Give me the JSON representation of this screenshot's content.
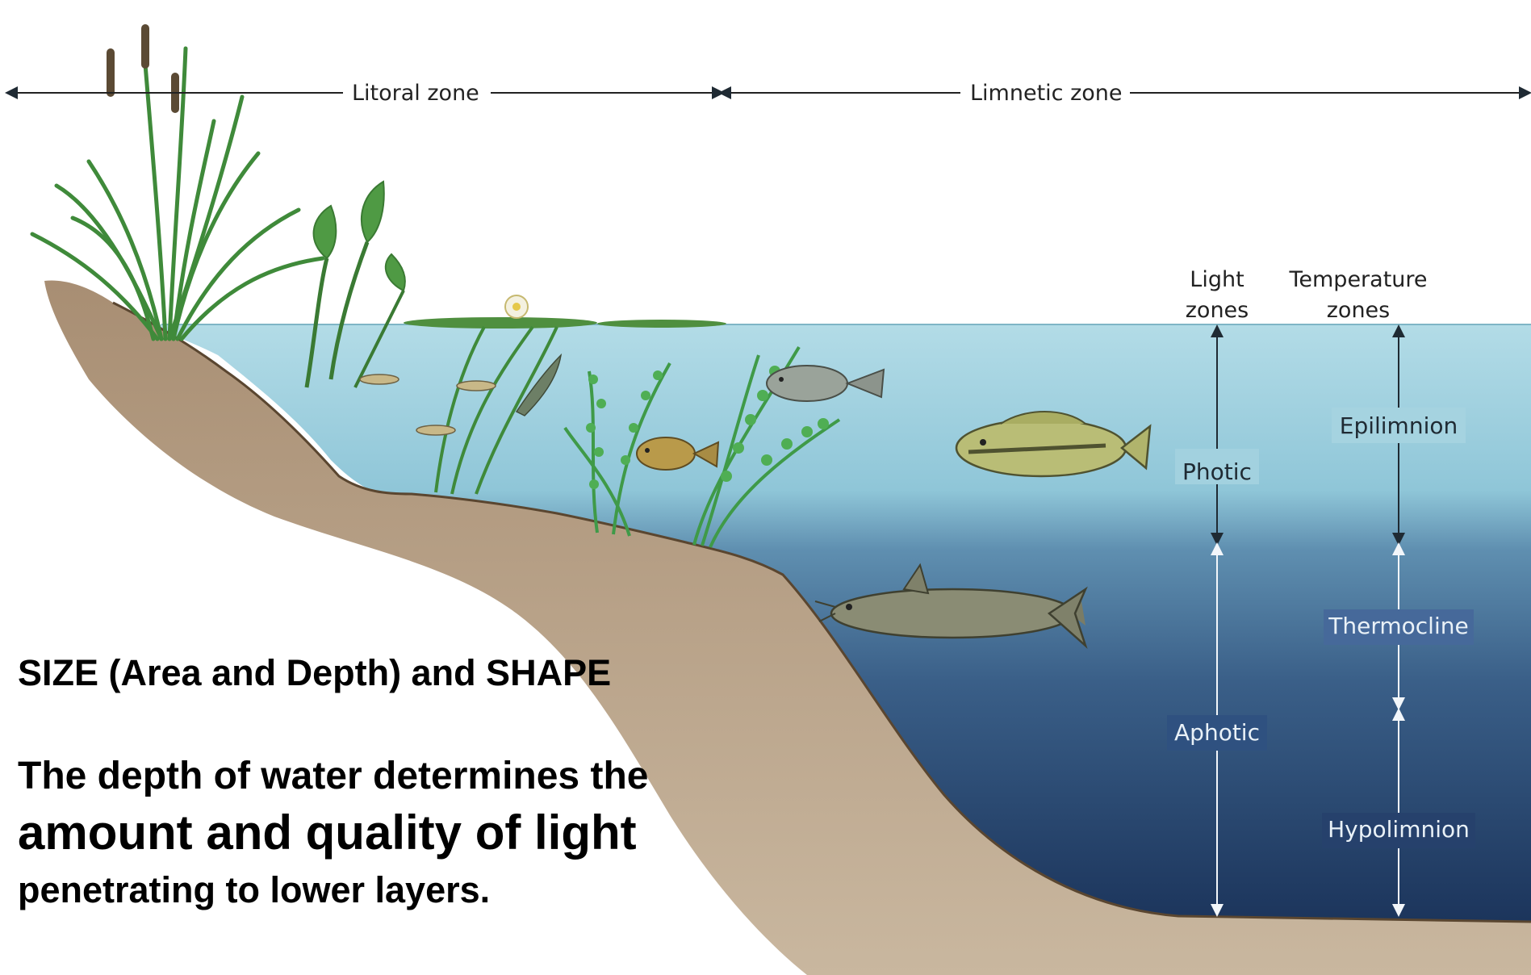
{
  "zones": {
    "littoral": "Litoral zone",
    "limnetic": "Limnetic zone"
  },
  "light_zones": {
    "heading_line1": "Light",
    "heading_line2": "zones",
    "photic": "Photic",
    "aphotic": "Aphotic"
  },
  "temperature_zones": {
    "heading_line1": "Temperature",
    "heading_line2": "zones",
    "epilimnion": "Epilimnion",
    "thermocline": "Thermocline",
    "hypolimnion": "Hypolimnion"
  },
  "caption": {
    "title": "SIZE (Area and Depth) and SHAPE",
    "line1": "The depth of water determines the",
    "line2": "amount and quality of light",
    "line3": "penetrating to lower layers."
  },
  "colors": {
    "water_surface": "#a9d6e2",
    "water_deep": "#1f3d66",
    "sediment": "#b79f84",
    "plant_green": "#3f8a3a"
  }
}
